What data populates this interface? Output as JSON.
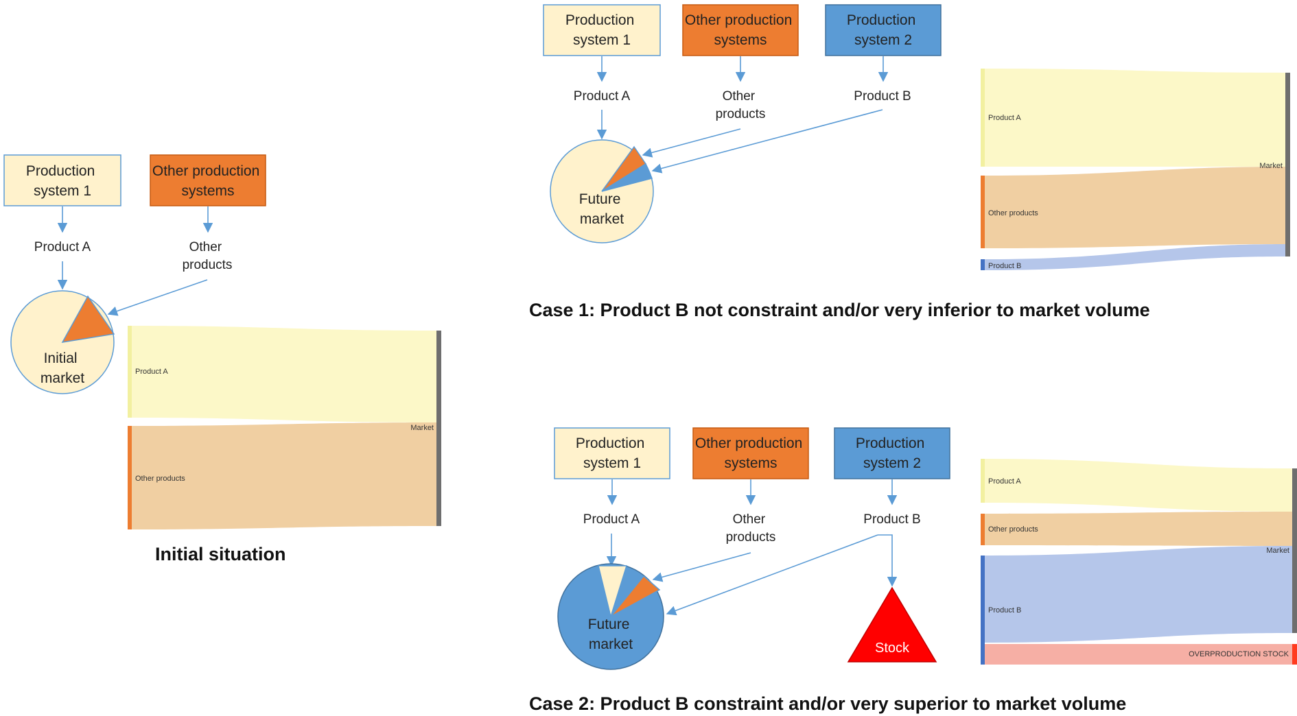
{
  "colors": {
    "production_system_1": "#FFF2CC",
    "other_production_systems": "#ED7D31",
    "production_system_2": "#5B9BD5",
    "arrow": "#5B9BD5",
    "stock": "#FF0000",
    "sankey_product_a": "#FCF8C8",
    "sankey_other_products": "#F0CFA2",
    "sankey_product_b": "#B5C6EA",
    "sankey_overproduction": "#F6AFA5",
    "sankey_market_bar": "#6E6E6E"
  },
  "panels": {
    "initial": {
      "box_ps1": [
        "Production",
        "system 1"
      ],
      "box_other": [
        "Other production",
        "systems"
      ],
      "product_a": "Product A",
      "other_products": [
        "Other",
        "products"
      ],
      "market": [
        "Initial",
        "market"
      ],
      "sankey": {
        "product_a": "Product A",
        "other_products": "Other products",
        "market": "Market"
      },
      "caption": "Initial situation"
    },
    "case1": {
      "box_ps1": [
        "Production",
        "system 1"
      ],
      "box_other": [
        "Other production",
        "systems"
      ],
      "box_ps2": [
        "Production",
        "system 2"
      ],
      "product_a": "Product A",
      "other_products": [
        "Other",
        "products"
      ],
      "product_b": "Product B",
      "market": [
        "Future",
        "market"
      ],
      "sankey": {
        "product_a": "Product A",
        "other_products": "Other products",
        "product_b": "Product B",
        "market": "Market"
      },
      "caption": "Case 1: Product  B not constraint  and/or  very inferior to market volume"
    },
    "case2": {
      "box_ps1": [
        "Production",
        "system 1"
      ],
      "box_other": [
        "Other production",
        "systems"
      ],
      "box_ps2": [
        "Production",
        "system 2"
      ],
      "product_a": "Product A",
      "other_products": [
        "Other",
        "products"
      ],
      "product_b": "Product B",
      "market": [
        "Future",
        "market"
      ],
      "stock": "Stock",
      "sankey": {
        "product_a": "Product A",
        "other_products": "Other products",
        "product_b": "Product B",
        "market": "Market",
        "overproduction": "OVERPRODUCTION STOCK"
      },
      "caption": "Case 2: Product  B constraint  and/or  very superior to market volume"
    }
  }
}
